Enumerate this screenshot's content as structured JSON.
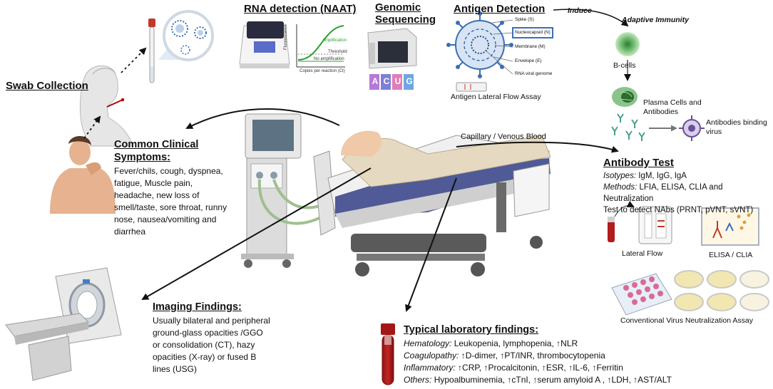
{
  "swab": {
    "title": "Swab Collection"
  },
  "rna": {
    "title": "RNA detection (NAAT)",
    "graph_amp": "Amplification",
    "graph_threshold": "Threshold",
    "graph_noamp": "No amplification",
    "graph_ylabel": "Fluorescence",
    "graph_xlabel": "Copies per reaction (Ct)"
  },
  "genomic": {
    "title_line1": "Genomic",
    "title_line2": "Sequencing",
    "bases": [
      "A",
      "C",
      "U",
      "G"
    ]
  },
  "antigen": {
    "title": "Antigen Detection",
    "labels": [
      "Spike (S)",
      "Nucleocapsid (N)",
      "Membrane (M)",
      "Envelope (E)",
      "RNA viral genome"
    ],
    "assay": "Antigen Lateral Flow Assay"
  },
  "immunity": {
    "induce": "Induce",
    "title": "Adaptive Immunity",
    "bcells": "B-cells",
    "plasma_line1": "Plasma Cells and",
    "plasma_line2": "Antibodies",
    "binding_line1": "Antibodies binding",
    "binding_line2": "virus"
  },
  "symptoms": {
    "title_line1": "Common Clinical",
    "title_line2": "Symptoms:",
    "lines": [
      "Fever/chils, cough, dyspnea,",
      "fatigue, Muscle pain,",
      "headache, new loss of",
      "smell/taste, sore throat, runny",
      "nose, nausea/vomiting and",
      "diarrhea"
    ]
  },
  "blood": {
    "label": "Capillary / Venous Blood"
  },
  "antibody": {
    "title": "Antibody Test",
    "isotypes_label": "Isotypes:",
    "isotypes_value": " IgM, IgG, IgA",
    "methods_label": "Methods:",
    "methods_value": " LFIA, ELISA, CLIA and Neutralization",
    "methods_line2": "Test to detect NAbs (PRNT, pVNT, sVNT)",
    "lateral_flow": "Lateral Flow",
    "elisa": "ELISA / CLIA",
    "conventional": "Conventional Virus Neutralization Assay"
  },
  "imaging": {
    "title": "Imaging Findings:",
    "lines": [
      "Usually bilateral and peripheral",
      "ground-glass opacities /GGO",
      "or consolidation (CT), hazy",
      "opacities (X-ray) or fused B",
      "lines (USG)"
    ]
  },
  "lab": {
    "title": "Typical laboratory findings:",
    "rows": [
      {
        "label": "Hematology:",
        "value": " Leukopenia,  lymphopenia, ↑NLR"
      },
      {
        "label": "Coagulopathy:",
        "value": " ↑D-dimer, ↑PT/INR, thrombocytopenia"
      },
      {
        "label": "Inflammatory:",
        "value": " ↑CRP, ↑Procalcitonin, ↑ESR, ↑IL-6, ↑Ferritin"
      },
      {
        "label": "Others:",
        "value": " Hypoalbuminemia, ↑cTnI, ↑serum amyloid A , ↑LDH, ↑AST/ALT"
      }
    ]
  },
  "colors": {
    "accent_blue": "#2f5fa8",
    "virus_blue": "#3a6fb5",
    "blood_red": "#b01c1c",
    "cell_green": "#5aa65a"
  },
  "icons": [
    "swab-tube-icon",
    "virus-magnifier-icon",
    "pcr-machine-icon",
    "sequencer-icon",
    "virus-structure-icon",
    "b-cell-icon",
    "plasma-cell-icon",
    "antibody-icon",
    "coughing-person-icon",
    "swab-person-icon",
    "ventilator-icon",
    "hospital-bed-patient-icon",
    "ct-scanner-icon",
    "blood-tube-icon",
    "lateral-flow-icon",
    "elisa-plate-icon",
    "neutralization-plates-icon"
  ]
}
